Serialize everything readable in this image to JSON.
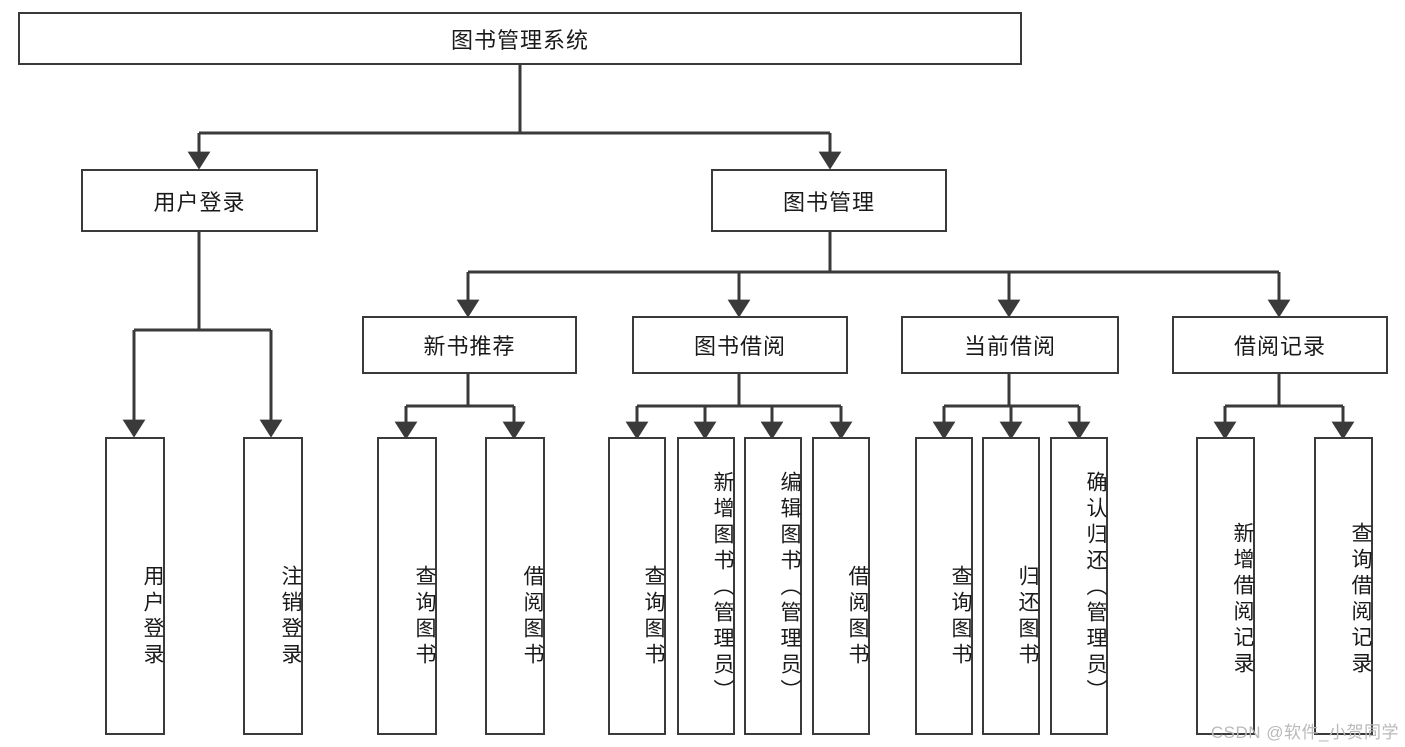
{
  "diagram": {
    "type": "hierarchy-tree",
    "title": "图书管理系统",
    "root": {
      "id": "root",
      "label": "图书管理系统"
    },
    "level2": [
      {
        "id": "user-login",
        "label": "用户登录"
      },
      {
        "id": "book-management",
        "label": "图书管理"
      }
    ],
    "level3": [
      {
        "id": "new-book-recommend",
        "label": "新书推荐",
        "parent": "book-management"
      },
      {
        "id": "book-borrow",
        "label": "图书借阅",
        "parent": "book-management"
      },
      {
        "id": "current-borrow",
        "label": "当前借阅",
        "parent": "book-management"
      },
      {
        "id": "borrow-record",
        "label": "借阅记录",
        "parent": "book-management"
      }
    ],
    "leaves": {
      "user_login": [
        {
          "id": "leaf-user-login",
          "label": "用户登录"
        },
        {
          "id": "leaf-user-logout",
          "label": "注销登录"
        }
      ],
      "new_book_recommend": [
        {
          "id": "leaf-query-book-1",
          "label": "查询图书"
        },
        {
          "id": "leaf-borrow-book-1",
          "label": "借阅图书"
        }
      ],
      "book_borrow": [
        {
          "id": "leaf-query-book-2",
          "label": "查询图书"
        },
        {
          "id": "leaf-add-book",
          "label": "新增图书（管理员）"
        },
        {
          "id": "leaf-edit-book",
          "label": "编辑图书（管理员）"
        },
        {
          "id": "leaf-borrow-book-2",
          "label": "借阅图书"
        }
      ],
      "current_borrow": [
        {
          "id": "leaf-query-book-3",
          "label": "查询图书"
        },
        {
          "id": "leaf-return-book",
          "label": "归还图书"
        },
        {
          "id": "leaf-confirm-return",
          "label": "确认归还（管理员）"
        }
      ],
      "borrow_record": [
        {
          "id": "leaf-add-record",
          "label": "新增借阅记录"
        },
        {
          "id": "leaf-query-record",
          "label": "查询借阅记录"
        }
      ]
    },
    "colors": {
      "stroke": "#3a3a3a",
      "box_fill": "#ffffff",
      "text": "#1a1a1a",
      "watermark": "#b9b9b9",
      "background": "#ffffff"
    }
  },
  "watermark": {
    "text": "CSDN @软件_小贺同学"
  }
}
